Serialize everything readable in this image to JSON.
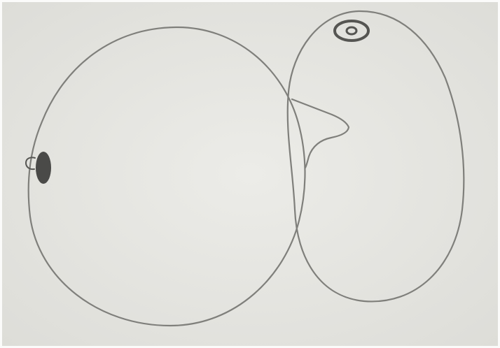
{
  "drawing": {
    "subject": "pencil sketch",
    "colors": {
      "paper": "#e7e7e3",
      "paper_edge": "#fbfbfa",
      "pencil": "#7f7f7b",
      "pencil_dark": "#555552",
      "fill_dark": "#4a4a48"
    },
    "shapes": [
      "large-circle",
      "tall-oval",
      "beak-shape",
      "eye-ring",
      "small-dark-blob",
      "small-loop"
    ]
  }
}
